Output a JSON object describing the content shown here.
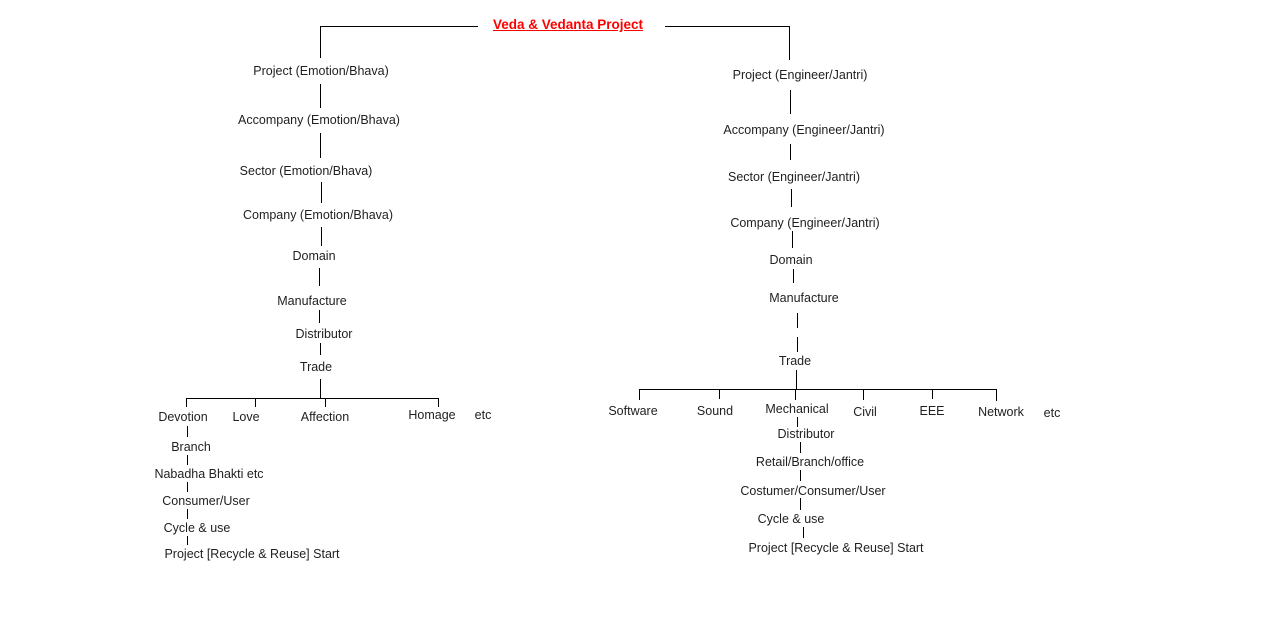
{
  "title": "Veda & Vedanta Project",
  "colors": {
    "title": "#FF0000",
    "text": "#1F1F1F",
    "line": "#000000"
  },
  "left": {
    "chain": [
      "Project (Emotion/Bhava)",
      "Accompany (Emotion/Bhava)",
      "Sector (Emotion/Bhava)",
      "Company (Emotion/Bhava)",
      "Domain",
      "Manufacture",
      "Distributor",
      "Trade"
    ],
    "branches": [
      "Devotion",
      "Love",
      "Affection",
      "Homage",
      "etc"
    ],
    "subchain": [
      "Branch",
      "Nabadha Bhakti etc",
      "Consumer/User",
      "Cycle & use",
      "Project [Recycle & Reuse] Start"
    ]
  },
  "right": {
    "chain": [
      "Project (Engineer/Jantri)",
      "Accompany (Engineer/Jantri)",
      "Sector (Engineer/Jantri)",
      "Company (Engineer/Jantri)",
      "Domain",
      "Manufacture",
      "Trade"
    ],
    "branches": [
      "Software",
      "Sound",
      "Mechanical",
      "Civil",
      "EEE",
      "Network",
      "etc"
    ],
    "subchain": [
      "Distributor",
      "Retail/Branch/office",
      "Costumer/Consumer/User",
      "Cycle & use",
      "Project [Recycle & Reuse] Start"
    ]
  }
}
